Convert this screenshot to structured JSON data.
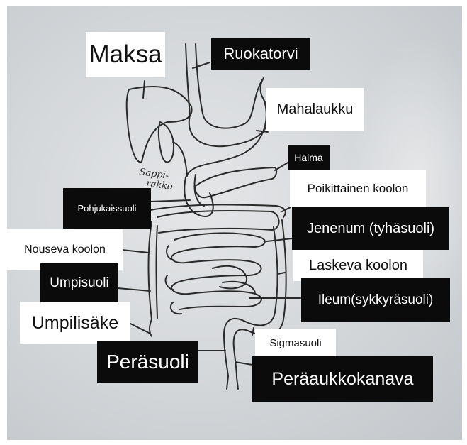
{
  "diagram": {
    "handwritten_note": [
      "Sappi-",
      "rakko"
    ],
    "colors": {
      "label_dark": "#0b0b0b",
      "label_light": "#ffffff",
      "sketch": "#2a2a2a"
    },
    "labels": {
      "maksa": "Maksa",
      "ruokatorvi": "Ruokatorvi",
      "mahalaukku": "Mahalaukku",
      "haima": "Haima",
      "poikittainen_koolon": "Poikittainen koolon",
      "pohjukaissuoli": "Pohjukaissuoli",
      "jenenum": "Jenenum (tyhäsuoli)",
      "nouseva_koolon": "Nouseva koolon",
      "laskeva_koolon": "Laskeva koolon",
      "umpisuoli": "Umpisuoli",
      "ileum": "Ileum(sykkyräsuoli)",
      "umpilisake": "Umpilisäke",
      "sigmasuoli": "Sigmasuoli",
      "perasuoli": "Peräsuoli",
      "peraaukkokanava": "Peräaukkokanava"
    }
  }
}
